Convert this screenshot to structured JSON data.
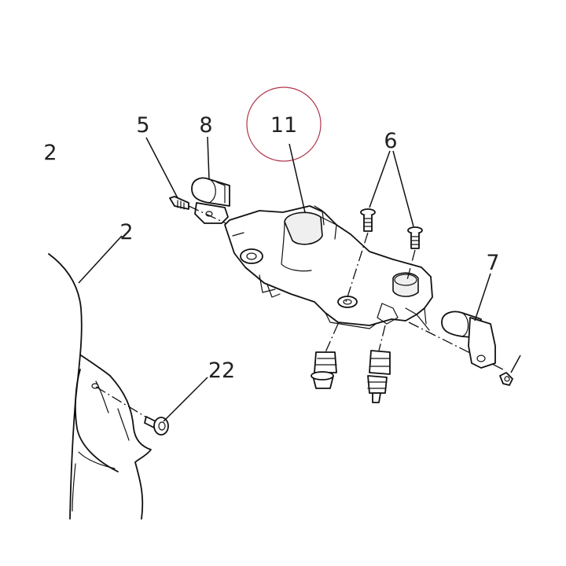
{
  "diagram": {
    "highlight_color": "#b0354a",
    "line_color": "#111111",
    "callouts": [
      {
        "id": "c5",
        "label": "5"
      },
      {
        "id": "c8",
        "label": "8"
      },
      {
        "id": "c11",
        "label": "11"
      },
      {
        "id": "c6",
        "label": "6"
      },
      {
        "id": "c7",
        "label": "7"
      },
      {
        "id": "c2a",
        "label": "2"
      },
      {
        "id": "c2b",
        "label": "2"
      },
      {
        "id": "c22",
        "label": "22"
      }
    ]
  }
}
